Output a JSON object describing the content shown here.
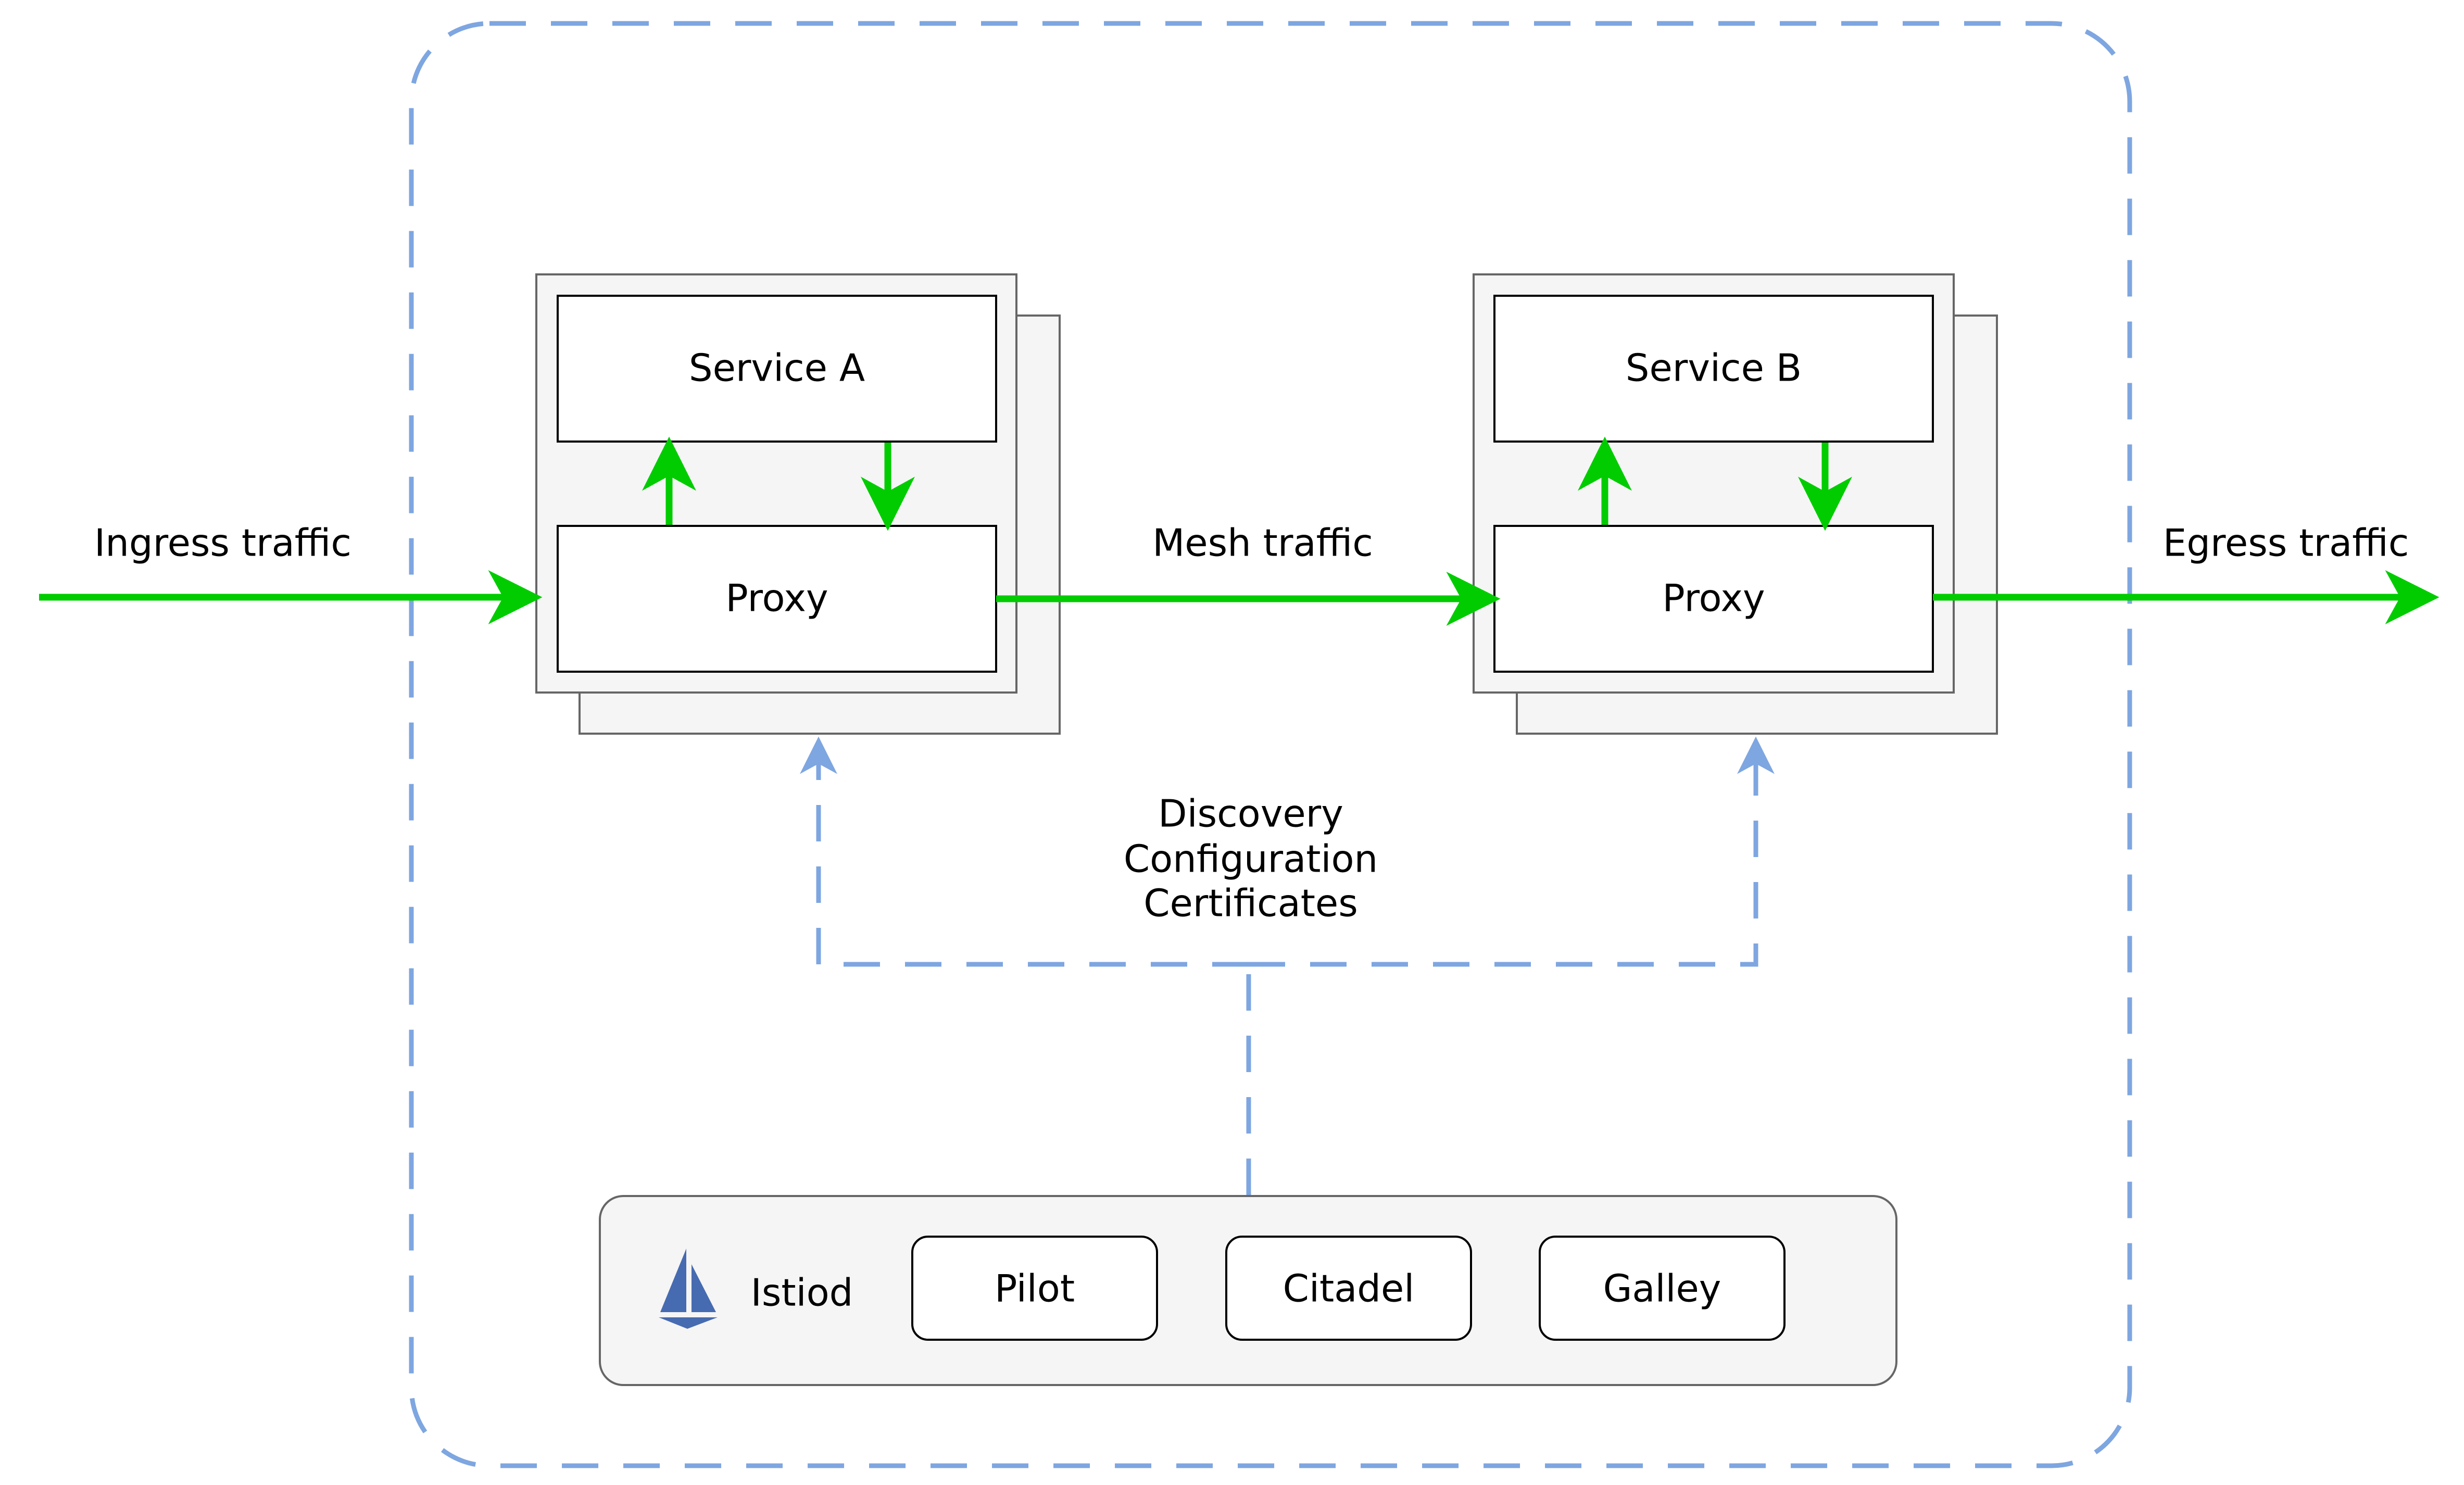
{
  "colors": {
    "traffic_arrow": "#00cc00",
    "control_dash": "#7ea6e0",
    "box_stroke": "#000000",
    "pod_fill": "#f5f5f5",
    "pod_stroke": "#666666",
    "istio_logo": "#466bb0"
  },
  "labels": {
    "ingress": "Ingress traffic",
    "mesh": "Mesh traffic",
    "egress": "Egress traffic",
    "control_plane_data": [
      "Discovery",
      "Configuration",
      "Certificates"
    ]
  },
  "pods": [
    {
      "service": "Service A",
      "proxy": "Proxy"
    },
    {
      "service": "Service B",
      "proxy": "Proxy"
    }
  ],
  "control_plane": {
    "name": "Istiod",
    "logo_icon": "istio-sail-icon",
    "components": [
      "Pilot",
      "Citadel",
      "Galley"
    ]
  }
}
